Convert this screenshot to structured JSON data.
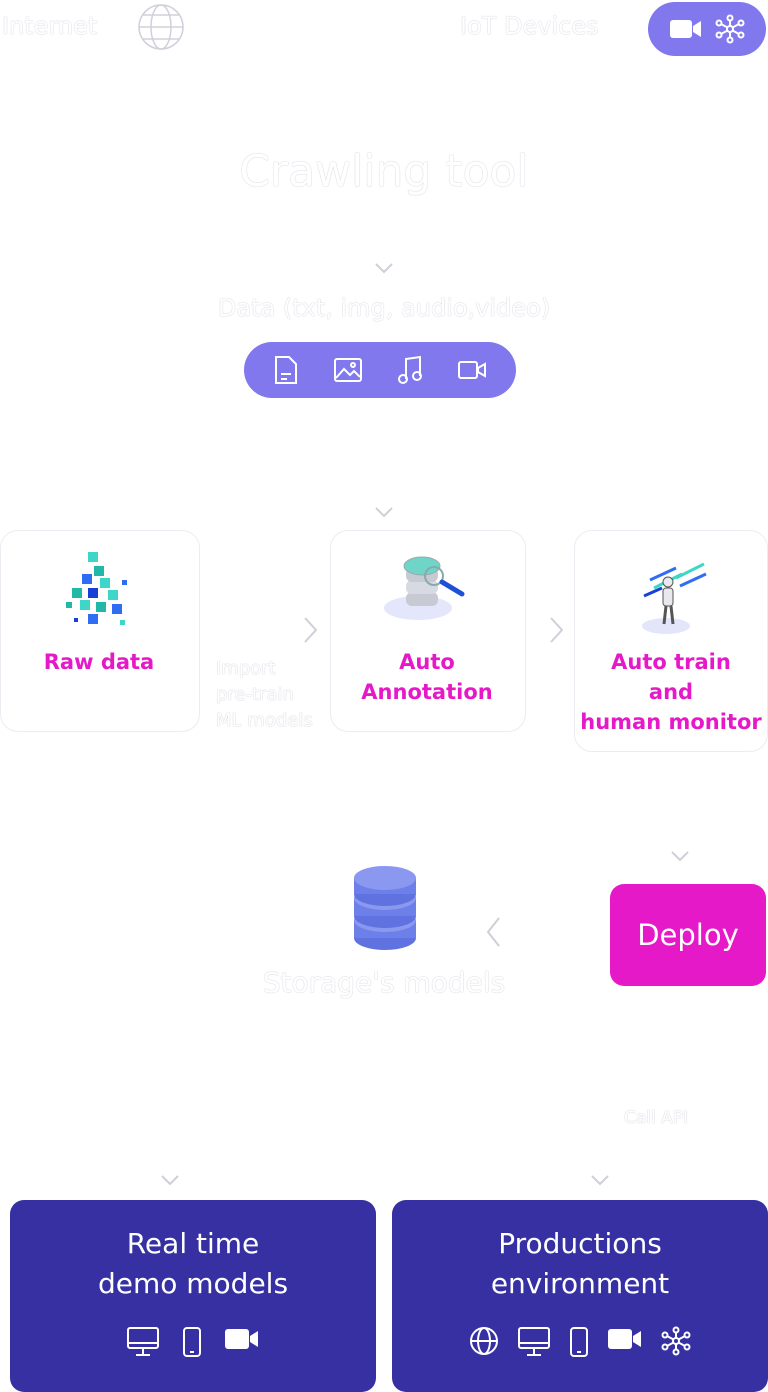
{
  "top": {
    "internet_label": "Internet",
    "iot_label": "IoT Devices"
  },
  "crawling": {
    "title": "Crawling tool"
  },
  "data_types": {
    "label": "Data (txt, img, audio,video)"
  },
  "pipeline": {
    "raw_data": "Raw data",
    "import_line1": "Import",
    "import_line2": "pre-train",
    "import_line3": "ML models",
    "auto_annotation_line1": "Auto",
    "auto_annotation_line2": "Annotation",
    "auto_train_line1": "Auto train",
    "auto_train_line2": "and",
    "auto_train_line3": "human monitor"
  },
  "deploy": {
    "label": "Deploy"
  },
  "storage": {
    "label": "Storage's models"
  },
  "call_api": {
    "label": "Call API"
  },
  "outputs": {
    "realtime_line1": "Real time",
    "realtime_line2": "demo models",
    "production_line1": "Productions",
    "production_line2": "environment"
  },
  "colors": {
    "accent_purple": "#8178ee",
    "pink": "#e619c9",
    "navy": "#3730a3",
    "storage_blue": "#6d7fe8"
  }
}
